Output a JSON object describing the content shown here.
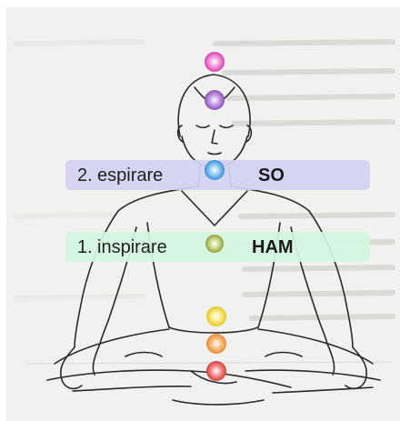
{
  "steps": [
    {
      "number": "2.",
      "label": "espirare",
      "mantra": "SO",
      "band_color": "#d2d3f2",
      "chakra_color": "#3a8fd6"
    },
    {
      "number": "1.",
      "label": "inspirare",
      "mantra": "HAM",
      "band_color": "#d5f6df",
      "chakra_color": "#8fa23a"
    }
  ],
  "chakras": [
    {
      "name": "crown",
      "color": "#d63fb0"
    },
    {
      "name": "third-eye",
      "color": "#8b4fb5"
    },
    {
      "name": "throat",
      "color": "#3a8fd6"
    },
    {
      "name": "heart",
      "color": "#8fa23a"
    },
    {
      "name": "solar-plexus",
      "color": "#e6c81f"
    },
    {
      "name": "sacral",
      "color": "#ee8a32"
    },
    {
      "name": "root",
      "color": "#d83a3a"
    }
  ]
}
